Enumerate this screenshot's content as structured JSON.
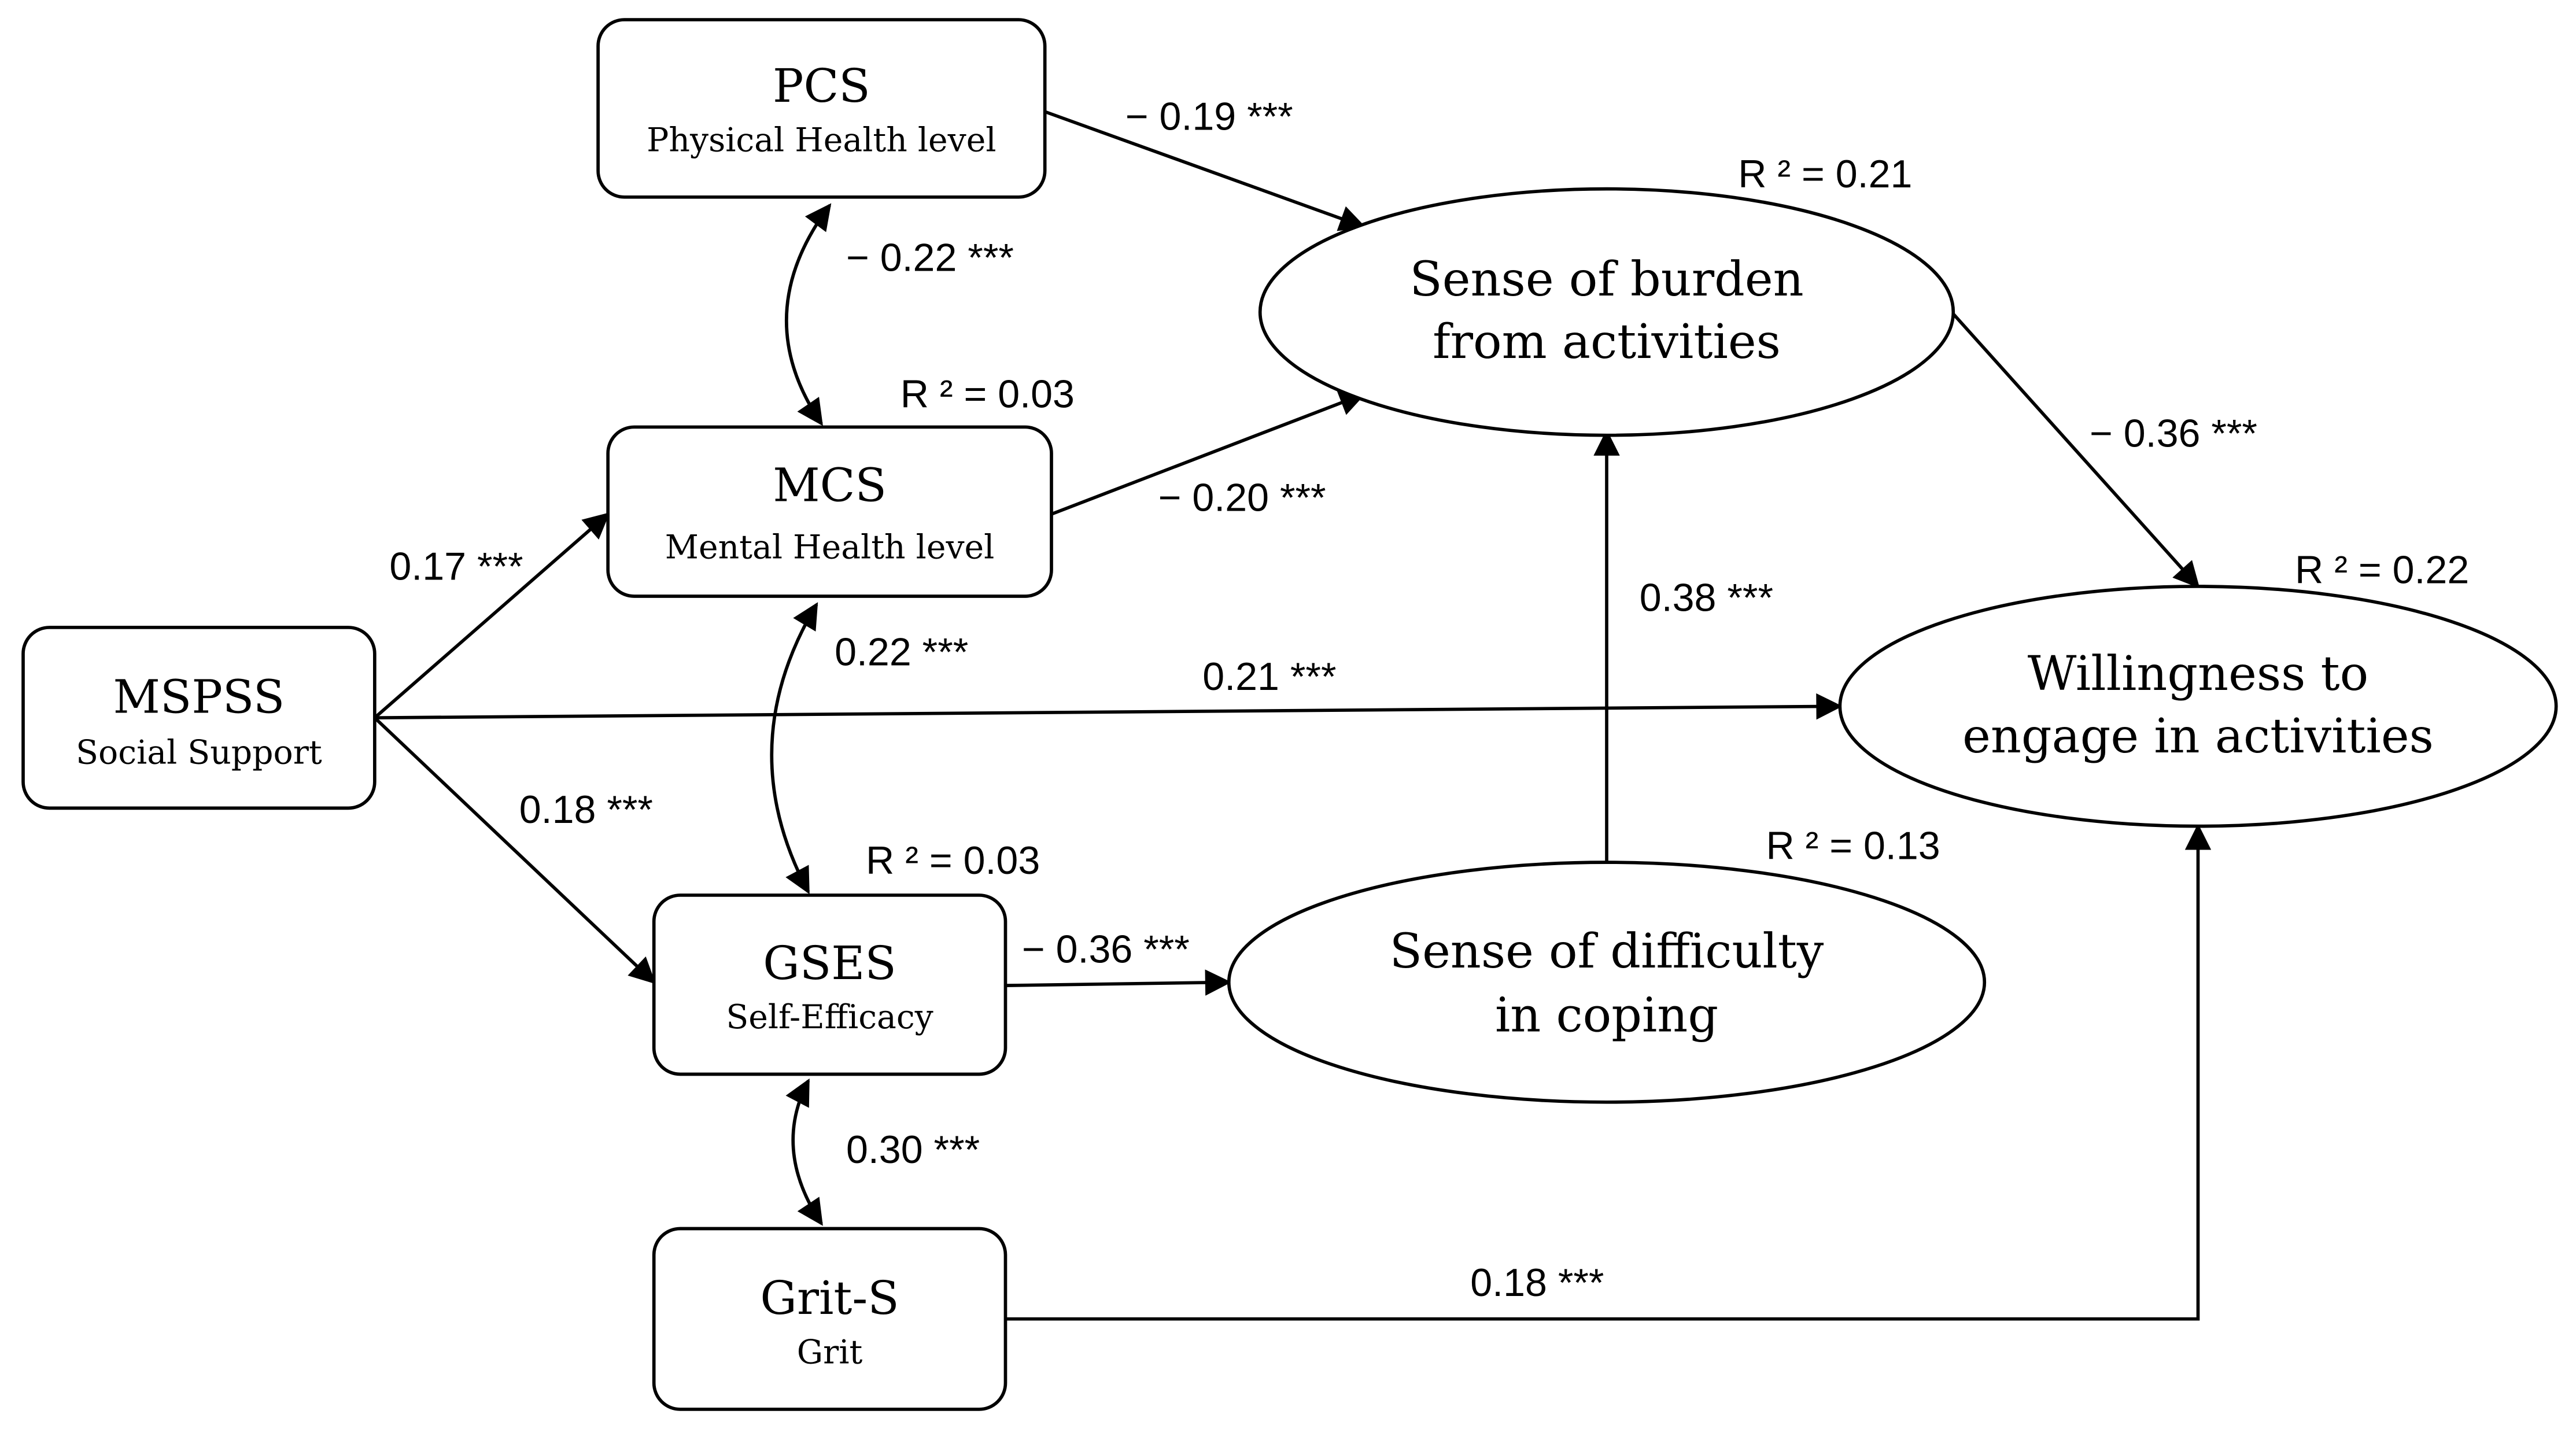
{
  "nodes": {
    "pcs": {
      "title": "PCS",
      "subtitle": "Physical Health level"
    },
    "mcs": {
      "title": "MCS",
      "subtitle": "Mental Health level",
      "r2": "R ² = 0.03"
    },
    "mspss": {
      "title": "MSPSS",
      "subtitle": "Social Support"
    },
    "gses": {
      "title": "GSES",
      "subtitle": "Self-Efficacy",
      "r2": "R ² = 0.03"
    },
    "grit": {
      "title": "Grit-S",
      "subtitle": "Grit"
    },
    "burden": {
      "line1": "Sense of burden",
      "line2": "from activities",
      "r2": "R ² = 0.21"
    },
    "willingness": {
      "line1": "Willingness  to",
      "line2": "engage in  activities",
      "r2": "R ² = 0.22"
    },
    "difficulty": {
      "line1": "Sense of difficulty",
      "line2": "in coping",
      "r2": "R ² = 0.13"
    }
  },
  "paths": {
    "pcs_burden": "− 0.19 ***",
    "mcs_burden": "− 0.20 ***",
    "mspss_mcs": "0.17 ***",
    "mspss_willingness": "0.21 ***",
    "mspss_gses": "0.18 ***",
    "gses_difficulty": "− 0.36 ***",
    "difficulty_burden": "0.38 ***",
    "burden_willingness": "− 0.36 ***",
    "grit_willingness": "0.18 ***",
    "pcs_mcs": "− 0.22 ***",
    "mcs_gses": "0.22 ***",
    "gses_grit": "0.30 ***"
  }
}
